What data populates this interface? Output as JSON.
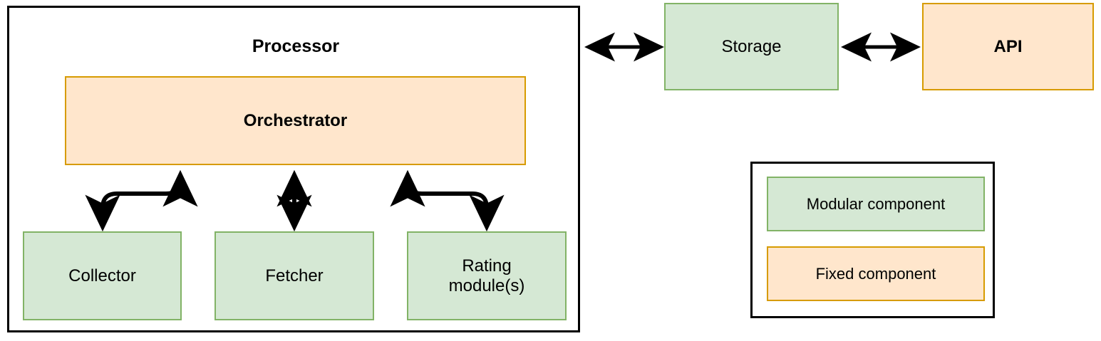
{
  "diagram": {
    "title_label": "Processor",
    "processor": {
      "label": "Processor",
      "orchestrator": {
        "label": "Orchestrator",
        "type": "fixed"
      },
      "modules": [
        {
          "label": "Collector",
          "type": "modular"
        },
        {
          "label": "Fetcher",
          "type": "modular"
        },
        {
          "label": "Rating module(s)",
          "type": "modular"
        }
      ]
    },
    "external": [
      {
        "label": "Storage",
        "type": "modular"
      },
      {
        "label": "API",
        "type": "fixed"
      }
    ],
    "legend": {
      "items": [
        {
          "label": "Modular component",
          "type": "modular"
        },
        {
          "label": "Fixed component",
          "type": "fixed"
        }
      ]
    },
    "connections": [
      {
        "from": "Processor",
        "to": "Storage",
        "style": "bidirectional-straight"
      },
      {
        "from": "Storage",
        "to": "API",
        "style": "bidirectional-straight"
      },
      {
        "from": "Orchestrator",
        "to": "Collector",
        "style": "bidirectional-curved"
      },
      {
        "from": "Orchestrator",
        "to": "Fetcher",
        "style": "bidirectional-straight"
      },
      {
        "from": "Orchestrator",
        "to": "Rating module(s)",
        "style": "bidirectional-curved"
      }
    ],
    "colors": {
      "modular_fill": "#d5e8d4",
      "modular_border": "#82b366",
      "fixed_fill": "#ffe6cc",
      "fixed_border": "#d79b00",
      "container_border": "#000000",
      "arrow": "#000000"
    }
  }
}
